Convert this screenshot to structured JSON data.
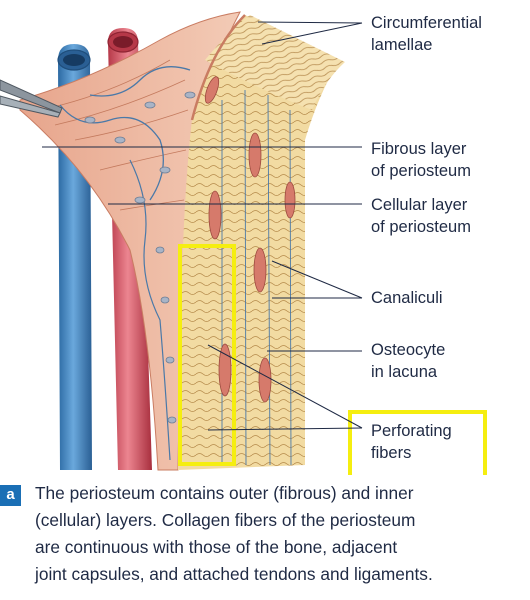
{
  "labels": {
    "circumferential_lamellae": [
      "Circumferential",
      "lamellae"
    ],
    "fibrous_layer": [
      "Fibrous layer",
      "of periosteum"
    ],
    "cellular_layer": [
      "Cellular layer",
      "of periosteum"
    ],
    "canaliculi": [
      "Canaliculi"
    ],
    "osteocyte": [
      "Osteocyte",
      "in lacuna"
    ],
    "perforating_fibers": [
      "Perforating",
      "fibers"
    ]
  },
  "caption": {
    "badge": "a",
    "lines": [
      "The periosteum contains outer (fibrous) and inner",
      "(cellular) layers. Collagen fibers of the periosteum",
      "are continuous with those of the bone, adjacent",
      "joint capsules, and attached tendons and ligaments."
    ]
  },
  "colors": {
    "highlight_box": "#f5ee10",
    "artery": "#d14c5a",
    "vein": "#3d7fb8",
    "bone": "#f0d89c",
    "periosteum": "#e9b29a",
    "osteocyte": "#d67a6b",
    "badge": "#1a6fb5",
    "text": "#1f2a44"
  }
}
